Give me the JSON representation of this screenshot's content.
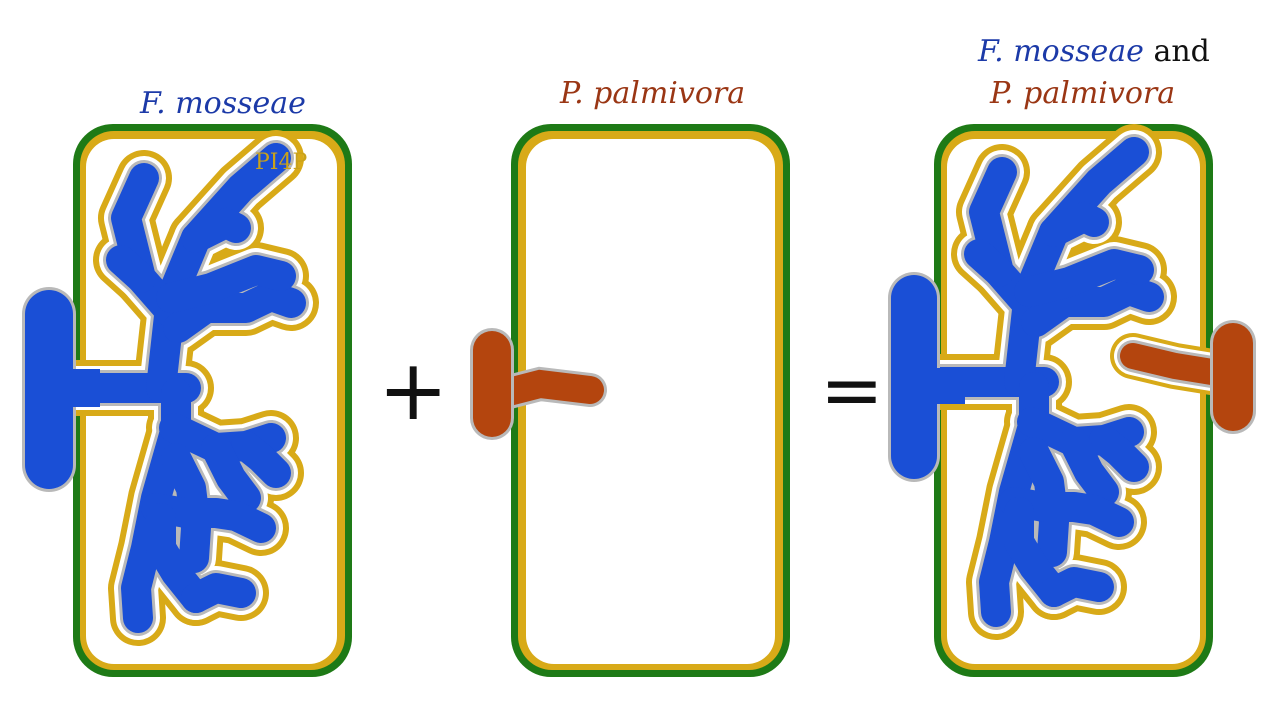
{
  "panels": [
    {
      "title": "F. mosseae",
      "annotation": "PI4P"
    },
    {
      "title": "P. palmivora"
    },
    {
      "title_part1": "F. mosseae",
      "title_joiner": "and",
      "title_part2": "P. palmivora"
    }
  ],
  "operators": {
    "plus": "+",
    "equals": "="
  },
  "colors": {
    "cell_wall": "#1e7a16",
    "membrane": "#d8aa18",
    "fungus_blue": "#1a4fd6",
    "oomycete_brown": "#b4450e",
    "interface": "#b9b9b9"
  }
}
